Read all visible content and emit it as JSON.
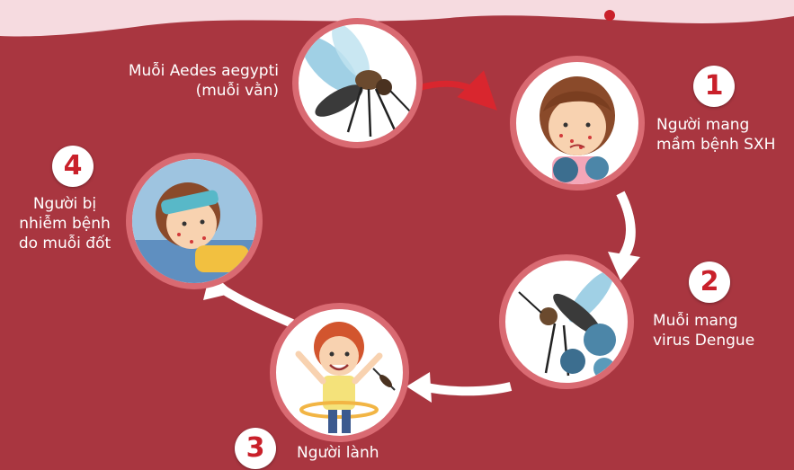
{
  "mosquito_label": [
    "Muỗi Aedes aegypti",
    "(muỗi vằn)"
  ],
  "steps": [
    {
      "number": "1",
      "label": [
        "Người mang",
        "mầm bệnh SXH"
      ]
    },
    {
      "number": "2",
      "label": [
        "Muỗi mang",
        "virus Dengue"
      ]
    },
    {
      "number": "3",
      "label": [
        "Người lành"
      ]
    },
    {
      "number": "4",
      "label": [
        "Người bị",
        "nhiễm bệnh",
        "do muỗi đốt"
      ]
    }
  ],
  "colors": {
    "background": "#a93640",
    "ring": "#d96a72",
    "number": "#c9202a",
    "arrow": "#ffffff",
    "red_arrow": "#d9262e"
  }
}
